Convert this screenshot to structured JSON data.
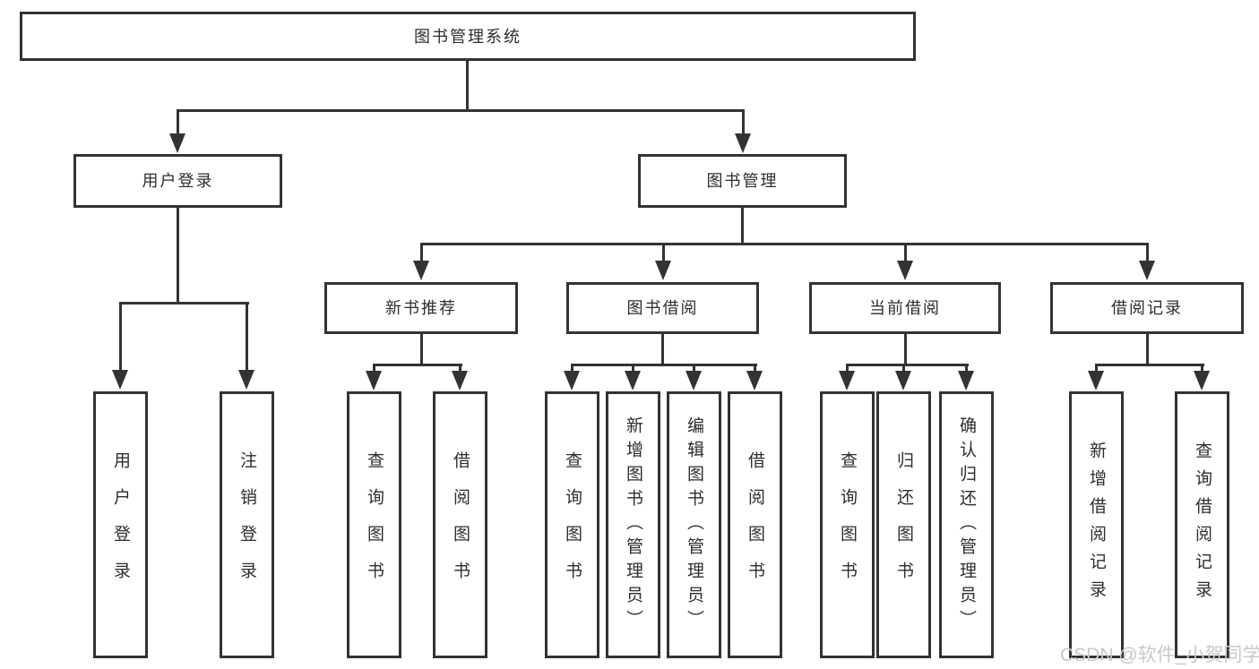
{
  "diagram": {
    "title": "图书管理系统",
    "type": "functional-structure-tree",
    "colors": {
      "line": "#333333",
      "box_border": "#333333",
      "text": "#2d2d2d",
      "background": "#ffffff",
      "watermark": "#c9c9c9"
    },
    "nodes": {
      "root": {
        "label": "图书管理系统"
      },
      "user_login": {
        "label": "用户登录"
      },
      "book_mgmt": {
        "label": "图书管理"
      },
      "new_book_rec": {
        "label": "新书推荐"
      },
      "book_borrow": {
        "label": "图书借阅"
      },
      "current_borrow": {
        "label": "当前借阅"
      },
      "borrow_records": {
        "label": "借阅记录"
      },
      "leaf_user_login": {
        "label": "用户登录"
      },
      "leaf_logout": {
        "label": "注销登录"
      },
      "leaf_nbr_query": {
        "label": "查询图书"
      },
      "leaf_nbr_borrow": {
        "label": "借阅图书"
      },
      "leaf_bb_query": {
        "label": "查询图书"
      },
      "leaf_bb_add": {
        "label": "新增图书（管理员）"
      },
      "leaf_bb_edit": {
        "label": "编辑图书（管理员）"
      },
      "leaf_bb_borrow": {
        "label": "借阅图书"
      },
      "leaf_cb_query": {
        "label": "查询图书"
      },
      "leaf_cb_return": {
        "label": "归还图书"
      },
      "leaf_cb_confirm": {
        "label": "确认归还（管理员）"
      },
      "leaf_br_add": {
        "label": "新增借阅记录"
      },
      "leaf_br_query": {
        "label": "查询借阅记录"
      }
    },
    "hierarchy": {
      "图书管理系统": {
        "用户登录": [
          "用户登录",
          "注销登录"
        ],
        "图书管理": {
          "新书推荐": [
            "查询图书",
            "借阅图书"
          ],
          "图书借阅": [
            "查询图书",
            "新增图书（管理员）",
            "编辑图书（管理员）",
            "借阅图书"
          ],
          "当前借阅": [
            "查询图书",
            "归还图书",
            "确认归还（管理员）"
          ],
          "借阅记录": [
            "新增借阅记录",
            "查询借阅记录"
          ]
        }
      }
    },
    "watermark": {
      "text": "CSDN @软件_小贺同学"
    }
  }
}
